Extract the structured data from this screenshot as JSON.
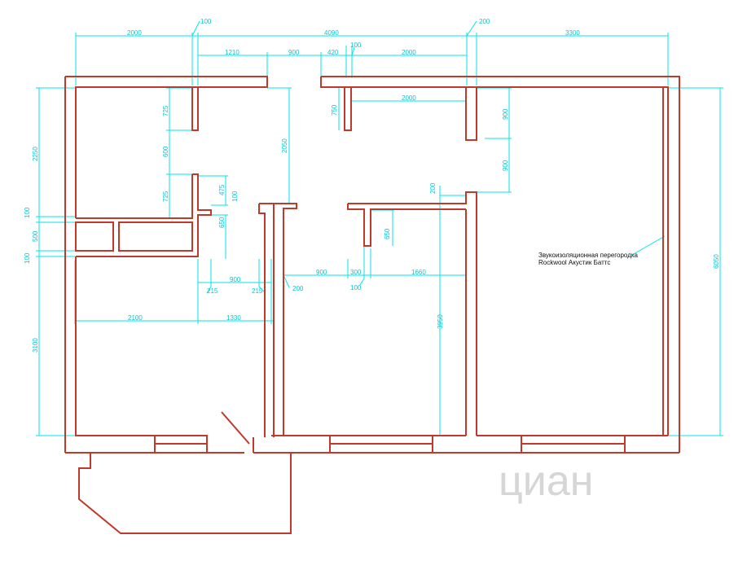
{
  "plan": {
    "note_line1": "Звукоизоляционная перегородка",
    "note_line2": "Rockwool Акустик Баттс",
    "watermark": "циан",
    "colors": {
      "wall": "#c0392b",
      "dimension": "#00e5ee",
      "note": "#111111"
    },
    "top_dims": [
      "2000",
      "100",
      "4090",
      "200",
      "3300"
    ],
    "top_dims_row2": [
      "1210",
      "900",
      "420",
      "100",
      "2000"
    ],
    "inner_dims": [
      "2000",
      "725",
      "600",
      "725",
      "475",
      "100",
      "650",
      "2050",
      "750",
      "900",
      "900",
      "200",
      "650"
    ],
    "left_dims": [
      "2250",
      "100",
      "500",
      "100",
      "3100"
    ],
    "bottom_inner_dims": [
      "215",
      "900",
      "215",
      "200",
      "900",
      "300",
      "1660",
      "100",
      "2100",
      "1330",
      "3950"
    ],
    "right_dims": [
      "6050"
    ]
  }
}
